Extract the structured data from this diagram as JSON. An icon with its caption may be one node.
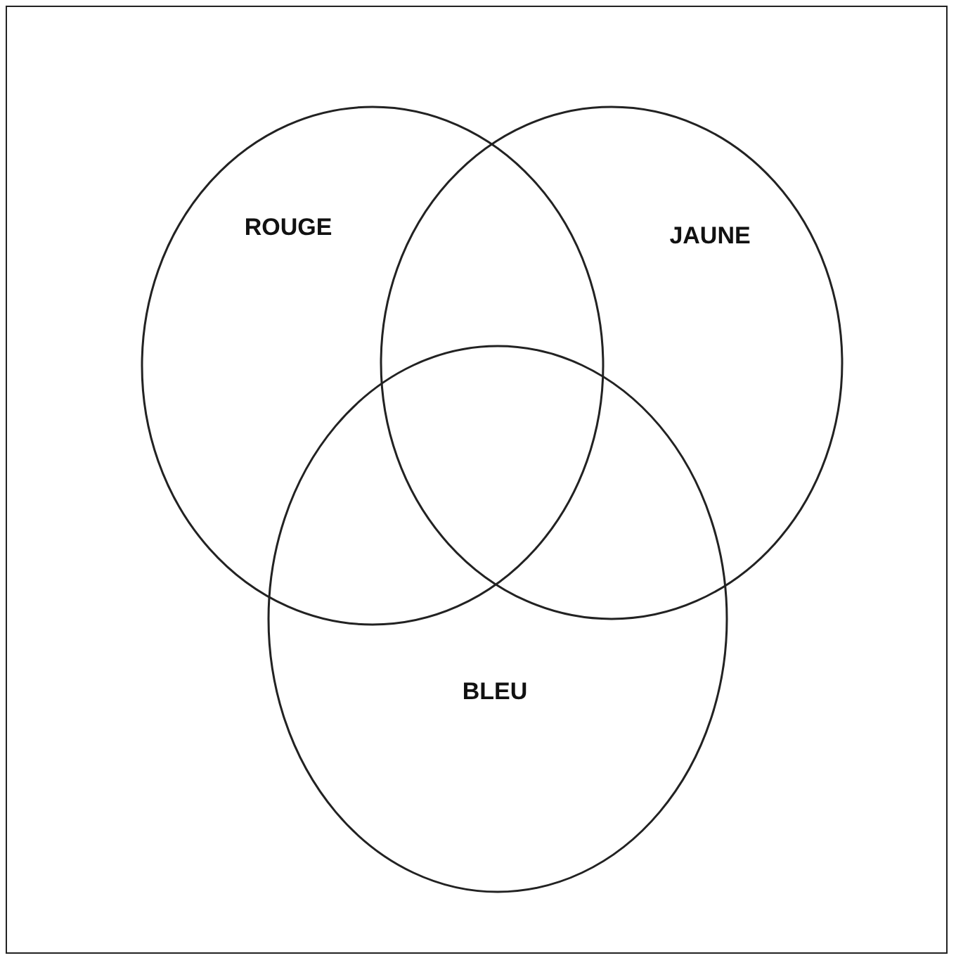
{
  "diagram": {
    "nodes": [
      {
        "text": [
          "ROUGE"
        ]
      },
      {
        "text": [
          "JAUNE"
        ]
      },
      {
        "text": [
          "BLEU"
        ]
      }
    ]
  }
}
